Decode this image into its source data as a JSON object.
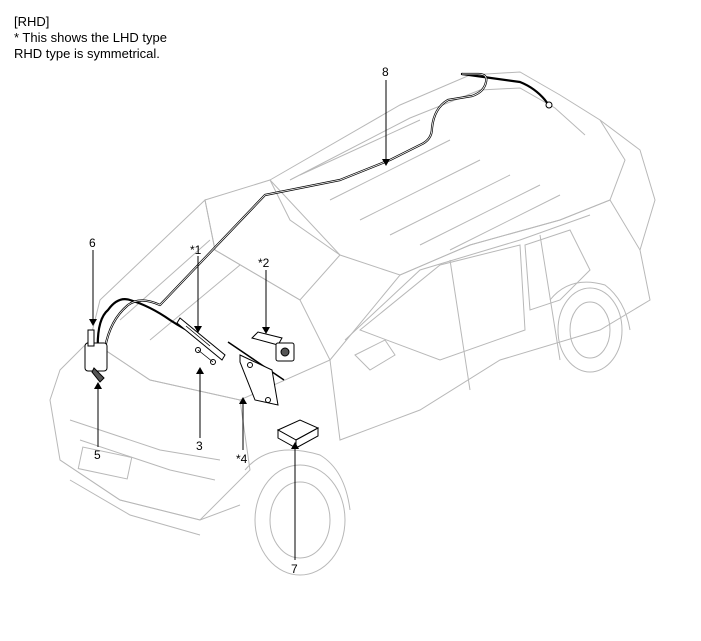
{
  "notes": {
    "line1": "[RHD]",
    "line2": "* This shows the LHD type",
    "line3": "RHD type is symmetrical."
  },
  "callouts": {
    "c1": "*1",
    "c2": "*2",
    "c3": "3",
    "c4": "*4",
    "c5": "5",
    "c6": "6",
    "c7": "7",
    "c8": "8"
  }
}
